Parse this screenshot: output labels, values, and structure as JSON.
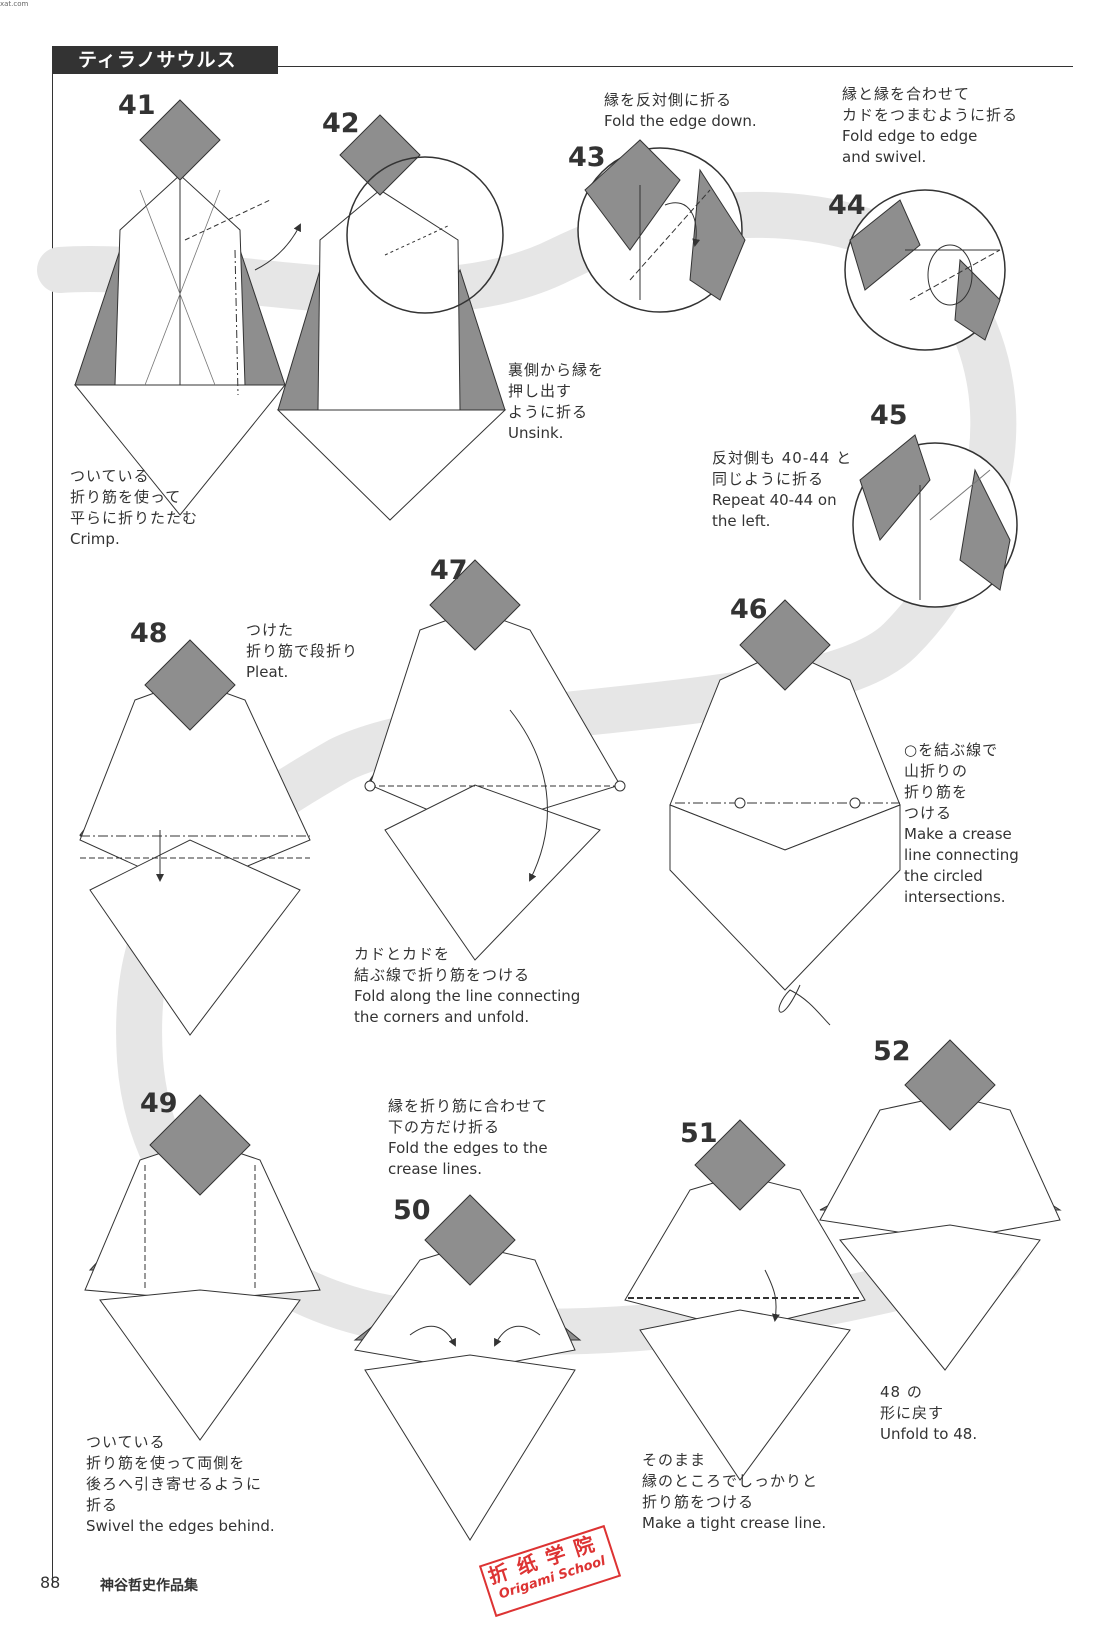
{
  "header": {
    "section_title": "ティラノサウルス",
    "corner_mark": "xat.com"
  },
  "steps": [
    {
      "num": "41",
      "jp": [
        "ついている",
        "折り筋を使って",
        "平らに折りたたむ"
      ],
      "en": [
        "Crimp."
      ]
    },
    {
      "num": "42",
      "jp": [
        "裏側から縁を",
        "押し出す",
        "ように折る"
      ],
      "en": [
        "Unsink."
      ]
    },
    {
      "num": "43",
      "jp": [
        "縁を反対側に折る"
      ],
      "en": [
        "Fold the edge down."
      ]
    },
    {
      "num": "44",
      "jp": [
        "縁と縁を合わせて",
        "カドをつまむように折る"
      ],
      "en": [
        "Fold edge to edge",
        "and swivel."
      ]
    },
    {
      "num": "45",
      "jp": [
        "反対側も 40-44 と",
        "同じように折る"
      ],
      "en": [
        "Repeat 40-44 on",
        "the left."
      ]
    },
    {
      "num": "46",
      "jp": [
        "○を結ぶ線で",
        "山折りの",
        "折り筋を",
        "つける"
      ],
      "en": [
        "Make a crease",
        "line connecting",
        "the circled",
        "intersections."
      ]
    },
    {
      "num": "47",
      "jp": [
        "カドとカドを",
        "結ぶ線で折り筋をつける"
      ],
      "en": [
        "Fold along the line connecting",
        "the corners and unfold."
      ]
    },
    {
      "num": "48",
      "jp": [
        "つけた",
        "折り筋で段折り"
      ],
      "en": [
        "Pleat."
      ]
    },
    {
      "num": "49",
      "jp": [
        "ついている",
        "折り筋を使って両側を",
        "後ろへ引き寄せるように",
        "折る"
      ],
      "en": [
        "Swivel the edges behind."
      ]
    },
    {
      "num": "50",
      "jp": [
        "縁を折り筋に合わせて",
        "下の方だけ折る"
      ],
      "en": [
        "Fold the edges to the",
        "crease lines."
      ]
    },
    {
      "num": "51",
      "jp": [
        "そのまま",
        "縁のところでしっかりと",
        "折り筋をつける"
      ],
      "en": [
        "Make a tight crease line."
      ]
    },
    {
      "num": "52",
      "jp": [
        "48 の",
        "形に戻す"
      ],
      "en": [
        "Unfold to 48."
      ]
    }
  ],
  "footer": {
    "page_number": "88",
    "book_title": "神谷哲史作品集"
  },
  "stamp": {
    "line1": "折纸学院",
    "line2": "Origami School"
  },
  "colors": {
    "shade": "#8e8e8e",
    "band": "#e6e6e6",
    "ink": "#333333",
    "stamp": "#dd3333"
  }
}
